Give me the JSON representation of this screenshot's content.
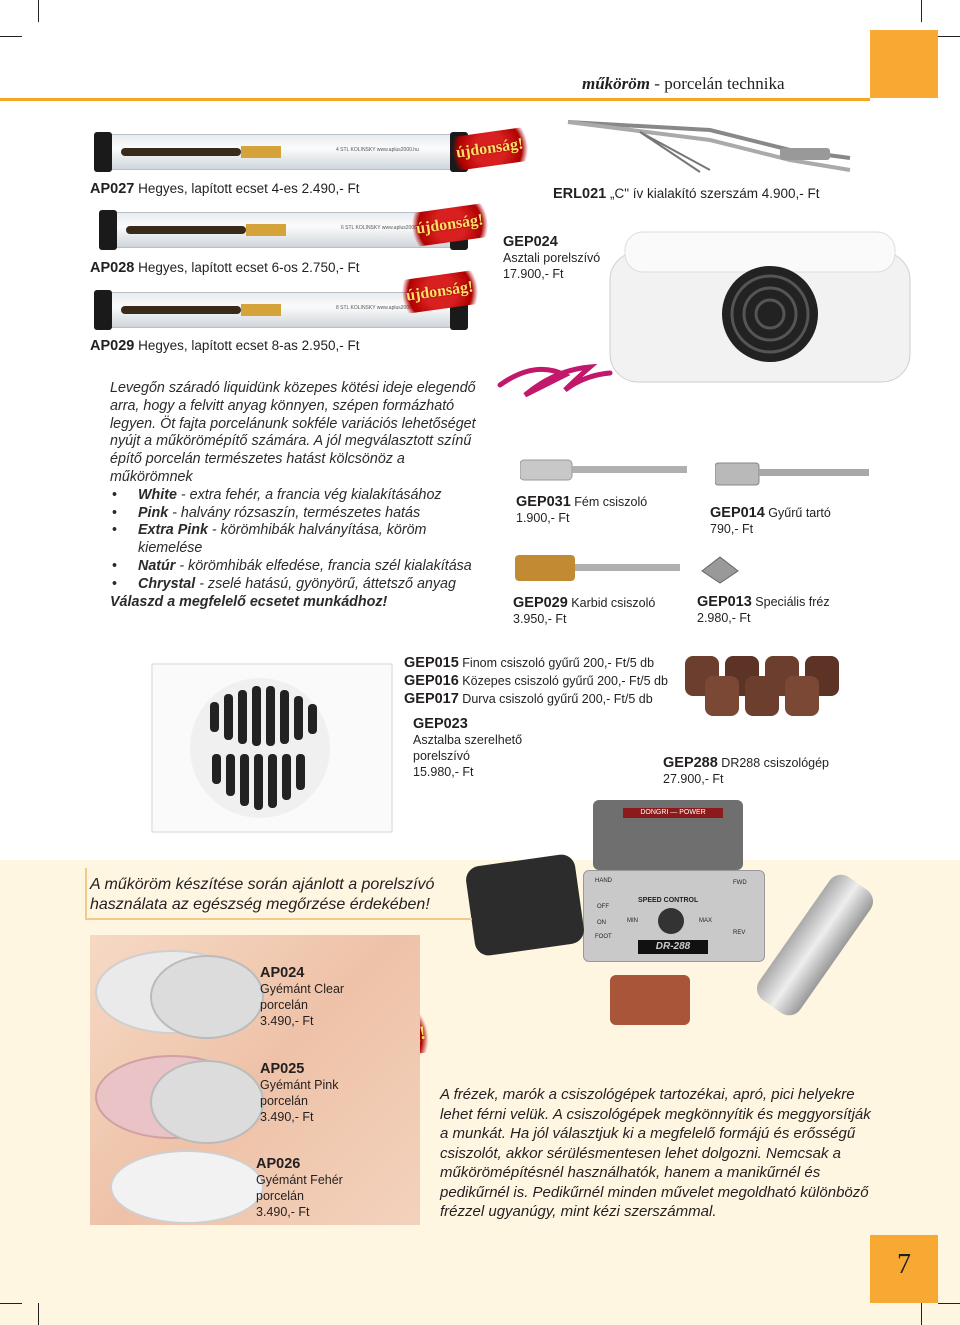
{
  "header": {
    "title_bold": "műköröm",
    "title_rest": " - porcelán technika"
  },
  "badge": "újdonság!",
  "brushes": [
    {
      "code": "AP027",
      "text": " Hegyes, lapított ecset 4-es 2.490,- Ft",
      "imprint": "4   STL KOLINSKY   www.aplus2000.hu"
    },
    {
      "code": "AP028",
      "text": " Hegyes, lapított ecset 6-os 2.750,- Ft",
      "imprint": "6   STL KOLINSKY   www.aplus2000.hu"
    },
    {
      "code": "AP029",
      "text": " Hegyes, lapított ecset 8-as 2.950,- Ft",
      "imprint": "8   STL KOLINSKY   www.aplus2000.hu"
    }
  ],
  "erl021": {
    "code": "ERL021",
    "text": " „C\" ív kialakító szerszám 4.900,- Ft"
  },
  "gep024": {
    "code": "GEP024",
    "desc": "Asztali porelszívó",
    "price": "17.900,- Ft"
  },
  "paragraph": {
    "intro": "Levegőn száradó liquidünk közepes kötési ideje elegendő arra, hogy a felvitt anyag könnyen, szépen formázható legyen. Öt fajta porcelánunk sokféle variációs lehetőséget nyújt a műkörömépítő számára. A jól megválasztott színű építő porcelán természetes hatást kölcsönöz a műkörömnek",
    "items": [
      {
        "name": "White",
        "text": " - extra fehér, a francia vég kialakításához"
      },
      {
        "name": "Pink",
        "text": " - halvány rózsaszín, természetes hatás"
      },
      {
        "name": "Extra Pink",
        "text": " - körömhibák halványítása, köröm kiemelése"
      },
      {
        "name": "Natúr",
        "text": " - körömhibák elfedése, francia szél kialakítása"
      },
      {
        "name": "Chrystal",
        "text": " - zselé hatású, gyönyörű, áttetsző anyag"
      }
    ],
    "closing": "Válaszd a megfelelő ecsetet munkádhoz!"
  },
  "gep031": {
    "code": "GEP031",
    "desc": " Fém csiszoló",
    "price": "1.900,- Ft"
  },
  "gep014": {
    "code": "GEP014",
    "desc": " Gyűrű tartó",
    "price": "790,- Ft"
  },
  "gep029": {
    "code": "GEP029",
    "desc": " Karbid csiszoló",
    "price": "3.950,- Ft"
  },
  "gep013": {
    "code": "GEP013",
    "desc": " Speciális fréz",
    "price": "2.980,- Ft"
  },
  "rings": [
    {
      "code": "GEP015",
      "text": " Finom csiszoló gyűrű 200,- Ft/5 db"
    },
    {
      "code": "GEP016",
      "text": " Közepes csiszoló gyűrű 200,- Ft/5 db"
    },
    {
      "code": "GEP017",
      "text": " Durva csiszoló gyűrű 200,- Ft/5 db"
    }
  ],
  "gep023": {
    "code": "GEP023",
    "desc1": "Asztalba szerelhető",
    "desc2": "porelszívó",
    "price": "15.980,- Ft"
  },
  "gep288": {
    "code": "GEP288",
    "desc": " DR288 csiszológép",
    "price": "27.900,- Ft"
  },
  "machine": {
    "brand": "DONGRI ⎯⎯ POWER",
    "model": "DR-288",
    "speed": "SPEED CONTROL",
    "hand": "HAND",
    "foot": "FOOT",
    "fwd": "FWD",
    "rev": "REV",
    "off": "OFF",
    "on": "ON",
    "min": "MIN",
    "max": "MAX"
  },
  "warning": "A műköröm készítése során ajánlott a porelszívó használata az egészség megőrzése érdekében!",
  "powders": [
    {
      "code": "AP024",
      "l1": "Gyémánt Clear",
      "l2": "porcelán",
      "price": "3.490,- Ft"
    },
    {
      "code": "AP025",
      "l1": "Gyémánt Pink",
      "l2": "porcelán",
      "price": "3.490,- Ft"
    },
    {
      "code": "AP026",
      "l1": "Gyémánt Fehér",
      "l2": "porcelán",
      "price": "3.490,- Ft"
    }
  ],
  "bottom_text": "A frézek, marók a csiszológépek tartozékai, apró, pici helyekre lehet férni velük. A csiszológépek megkönnyítik és meggyorsítják a munkát. Ha jól választjuk ki a megfelelő formájú és erősségű csiszolót, akkor sérülésmentesen lehet dolgozni. Nemcsak a műkörömépítésnél használhatók, hanem a manikűrnél és pedikűrnél is. Pedikűrnél minden művelet megoldható különböző frézzel ugyanúgy, mint kézi szerszámmal.",
  "page_number": "7",
  "colors": {
    "accent": "#f7a934",
    "badge_red": "#c81414",
    "cream": "#fff6e1",
    "magenta": "#c2186b"
  }
}
